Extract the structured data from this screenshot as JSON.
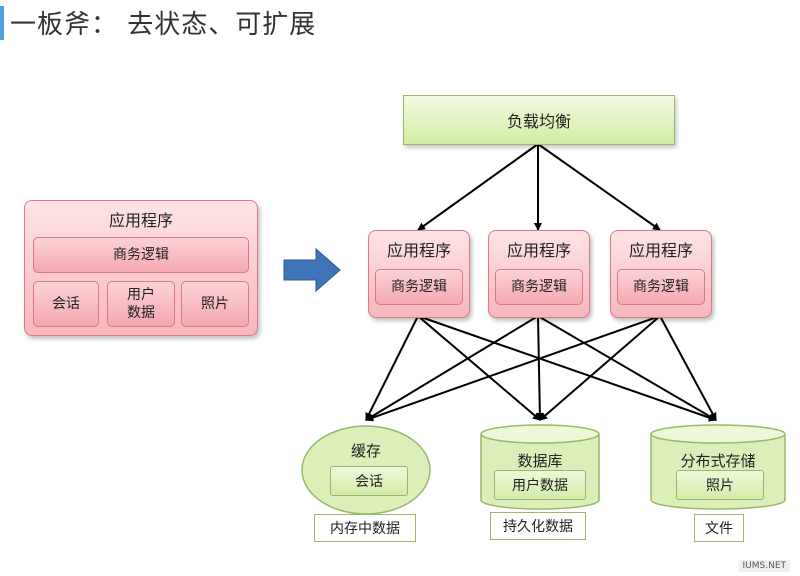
{
  "page_title": "一板斧： 去状态、可扩展",
  "watermark": "IUMS.NET",
  "before": {
    "app_label": "应用程序",
    "business_logic": "商务逻辑",
    "session": "会话",
    "user_data": "用户\n数据",
    "photos": "照片"
  },
  "load_balancer": {
    "label": "负载均衡"
  },
  "app_servers": [
    {
      "label": "应用程序",
      "logic": "商务逻辑"
    },
    {
      "label": "应用程序",
      "logic": "商务逻辑"
    },
    {
      "label": "应用程序",
      "logic": "商务逻辑"
    }
  ],
  "storage": [
    {
      "label": "缓存",
      "inner": "会话",
      "caption": "内存中数据"
    },
    {
      "label": "数据库",
      "inner": "用户数据",
      "caption": "持久化数据"
    },
    {
      "label": "分布式存储",
      "inner": "照片",
      "caption": "文件"
    }
  ],
  "colors": {
    "title_accent": "#4aa3df",
    "pink_fill": "#f7b6bc",
    "green_fill": "#d2eca6",
    "arrow_blue": "#3f75b8"
  }
}
